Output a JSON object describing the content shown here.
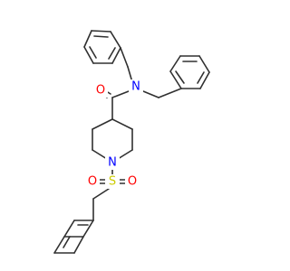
{
  "molecule": {
    "atoms": {
      "O_amide": "O",
      "N_amide": "N",
      "N_ring": "N",
      "S": "S",
      "O_sulfonyl_left": "O",
      "O_sulfonyl_right": "O"
    },
    "colors": {
      "bond": "#303030",
      "oxygen": "#ff0000",
      "nitrogen": "#0000ff",
      "sulfur": "#cccc00"
    }
  }
}
